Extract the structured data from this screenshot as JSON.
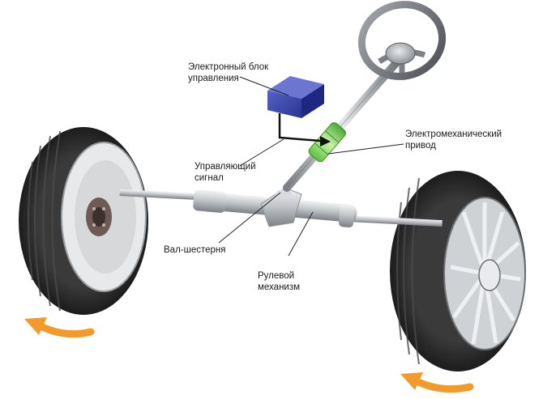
{
  "labels": {
    "ecu": {
      "line1": "Электронный блок",
      "line2": "управления"
    },
    "actuator": {
      "line1": "Электромеханический",
      "line2": "привод"
    },
    "signal": {
      "line1": "Управляющий",
      "line2": "сигнал"
    },
    "pinion": {
      "line1": "Вал-шестерня"
    },
    "rack": {
      "line1": "Рулевой",
      "line2": "механизм"
    }
  },
  "colors": {
    "ecu_block": "#2f3d9e",
    "actuator": "#8fdc6a",
    "arrow": "#f39a2c",
    "tire": "#2b2b2b",
    "metal": "#b9bcc0"
  },
  "icons": {
    "left_turn_arrow": "curved-arrow-icon",
    "right_turn_arrow": "curved-arrow-icon"
  }
}
